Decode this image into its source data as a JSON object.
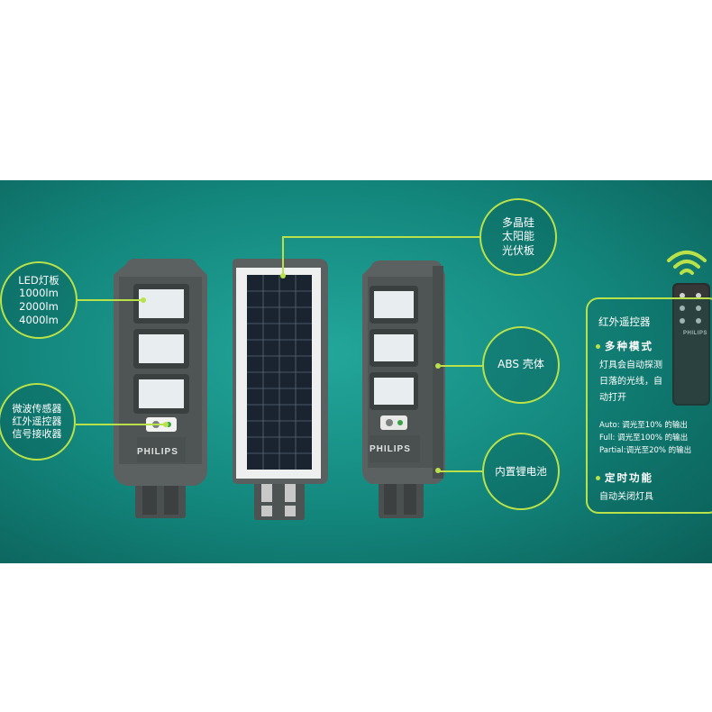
{
  "callouts": {
    "led_panel": [
      "LED灯板",
      "1000lm",
      "2000lm",
      "4000lm"
    ],
    "sensor": [
      "微波传感器",
      "红外遥控器",
      "信号接收器"
    ],
    "solar_panel": [
      "多晶硅",
      "太阳能",
      "光伏板"
    ],
    "shell": "ABS 壳体",
    "battery": "内置锂电池"
  },
  "lamp": {
    "brand": "PHILIPS"
  },
  "remote_box": {
    "title": "红外遥控器",
    "mode_heading": "多种模式",
    "mode_desc": [
      "灯具会自动探测",
      "日落的光线，自",
      "动打开"
    ],
    "modes": [
      "Auto: 调光至10% 的输出",
      "Full: 调光至100% 的输出",
      "Partial:调光至20% 的输出"
    ],
    "timer_heading": "定时功能",
    "timer_desc": "自动关闭灯具"
  },
  "remote": {
    "brand": "PHILIPS"
  },
  "colors": {
    "accent": "#b9e24a",
    "background": "#13867c",
    "housing": "#555a5a"
  }
}
